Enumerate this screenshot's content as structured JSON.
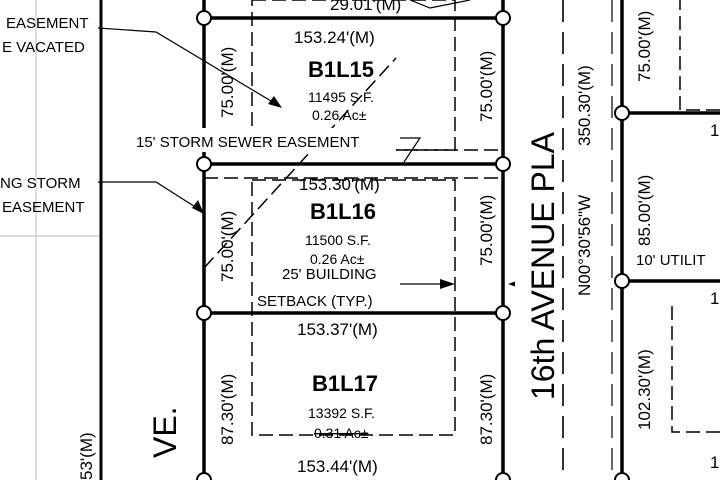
{
  "notes": {
    "easement_to_be_vacated_line1": "EASEMENT",
    "easement_to_be_vacated_line2": "E VACATED",
    "existing_storm_line1": "NG STORM",
    "existing_storm_line2": "EASEMENT",
    "storm_sewer_easement": "15' STORM SEWER EASEMENT",
    "building_setback_line1": "25' BUILDING",
    "building_setback_line2": "SETBACK (TYP.)",
    "utility": "10' UTILIT"
  },
  "street": {
    "name": "16th AVENUE PLA",
    "bearing": "N00°30'56\"W",
    "length": "350.30'(M)",
    "left_fragment": "VE.",
    "left_length": "53'(M)"
  },
  "top_dimension": "29.01'(M)",
  "lots": [
    {
      "label": "B1L15",
      "area_sf": "11495 S.F.",
      "area_ac": "0.26 Ac±",
      "front_width": "153.24'(M)",
      "left_depth": "75.00'(M)",
      "right_depth": "75.00'(M)"
    },
    {
      "label": "B1L16",
      "area_sf": "11500 S.F.",
      "area_ac": "0.26 Ac±",
      "front_width": "153.30'(M)",
      "left_depth": "75.00'(M)",
      "right_depth": "75.00'(M)"
    },
    {
      "label": "B1L17",
      "area_sf": "13392 S.F.",
      "area_ac": "0.31 Ac±",
      "front_width": "153.37'(M)",
      "left_depth": "87.30'(M)",
      "right_depth": "87.30'(M)",
      "bottom_width": "153.44'(M)"
    }
  ],
  "right_lots": {
    "depth_1": "75.00'(M)",
    "depth_2": "85.00'(M)",
    "depth_3": "102.30'(M)",
    "lot_fragment_1": "1",
    "lot_fragment_2": "1",
    "lot_fragment_3": "1"
  },
  "colors": {
    "ink": "#000000",
    "background": "#ffffff"
  }
}
